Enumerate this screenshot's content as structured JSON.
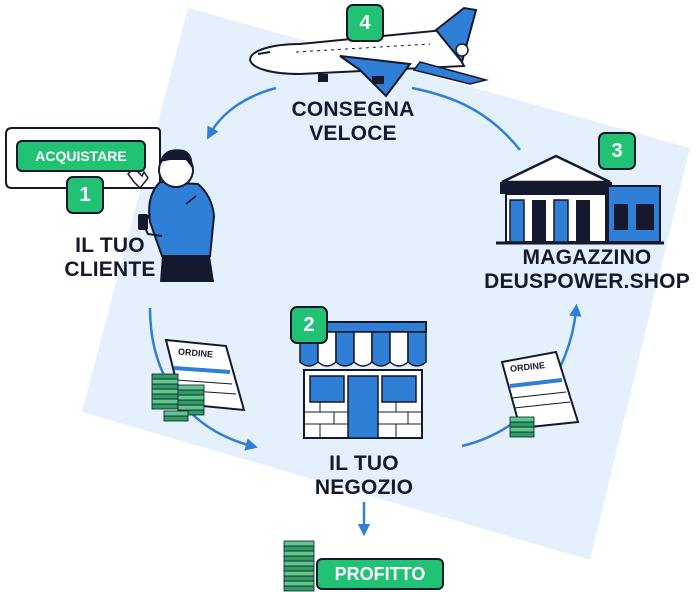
{
  "colors": {
    "accent_green": "#22c274",
    "brand_blue": "#2f7fd6",
    "light_blue": "#e4f0fb",
    "ink": "#14192e"
  },
  "steps": [
    {
      "number": "1",
      "label_lines": [
        "IL TUO",
        "CLIENTE"
      ],
      "icon": "customer-with-phone-icon"
    },
    {
      "number": "2",
      "label_lines": [
        "IL TUO",
        "NEGOZIO"
      ],
      "icon": "storefront-icon"
    },
    {
      "number": "3",
      "label_lines": [
        "MAGAZZINO",
        "DEUSPOWER.SHOP"
      ],
      "icon": "warehouse-icon"
    },
    {
      "number": "4",
      "label_lines": [
        "CONSEGNA",
        "VELOCE"
      ],
      "icon": "airplane-icon"
    }
  ],
  "buy_button": {
    "label": "ACQUISTARE"
  },
  "order_sheets": [
    {
      "label": "ORDINE"
    },
    {
      "label": "ORDINE"
    }
  ],
  "profit": {
    "label": "PROFITTO",
    "icon": "money-stack-icon"
  }
}
